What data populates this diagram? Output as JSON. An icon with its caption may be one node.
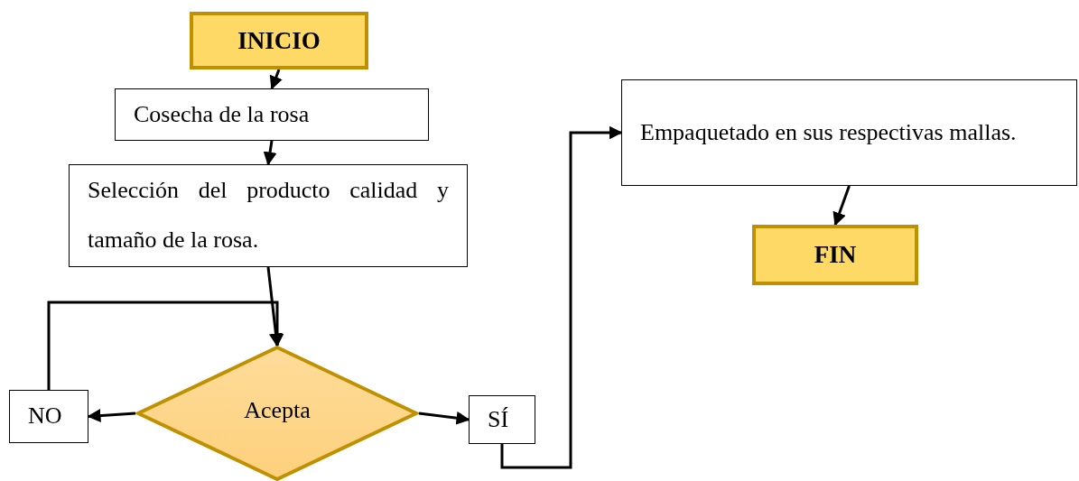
{
  "diagram": {
    "nodes": [
      {
        "text": [
          "INICIO"
        ]
      },
      {
        "text": [
          "Cosecha de la rosa"
        ]
      },
      {
        "text": [
          "Selección del producto calidad y tamaño de la rosa."
        ]
      },
      {
        "text": [
          "Acepta"
        ]
      },
      {
        "text": [
          "NO"
        ]
      },
      {
        "text": [
          "SÍ"
        ]
      },
      {
        "text": [
          "Empaquetado en sus respectivas mallas."
        ]
      },
      {
        "text": [
          "FIN"
        ]
      }
    ],
    "edges": [
      {
        "from": 0,
        "to": 1,
        "arrow": "to"
      },
      {
        "from": 1,
        "to": 2,
        "arrow": "to"
      },
      {
        "from": 2,
        "to": 3,
        "arrow": "to"
      },
      {
        "from": 3,
        "to": 4,
        "arrow": "to"
      },
      {
        "from": 3,
        "to": 5,
        "arrow": "to"
      },
      {
        "from": 4,
        "to": 3,
        "arrow": "to"
      },
      {
        "from": 5,
        "to": 6,
        "arrow": "to"
      },
      {
        "from": 6,
        "to": 7,
        "arrow": "to"
      }
    ]
  }
}
